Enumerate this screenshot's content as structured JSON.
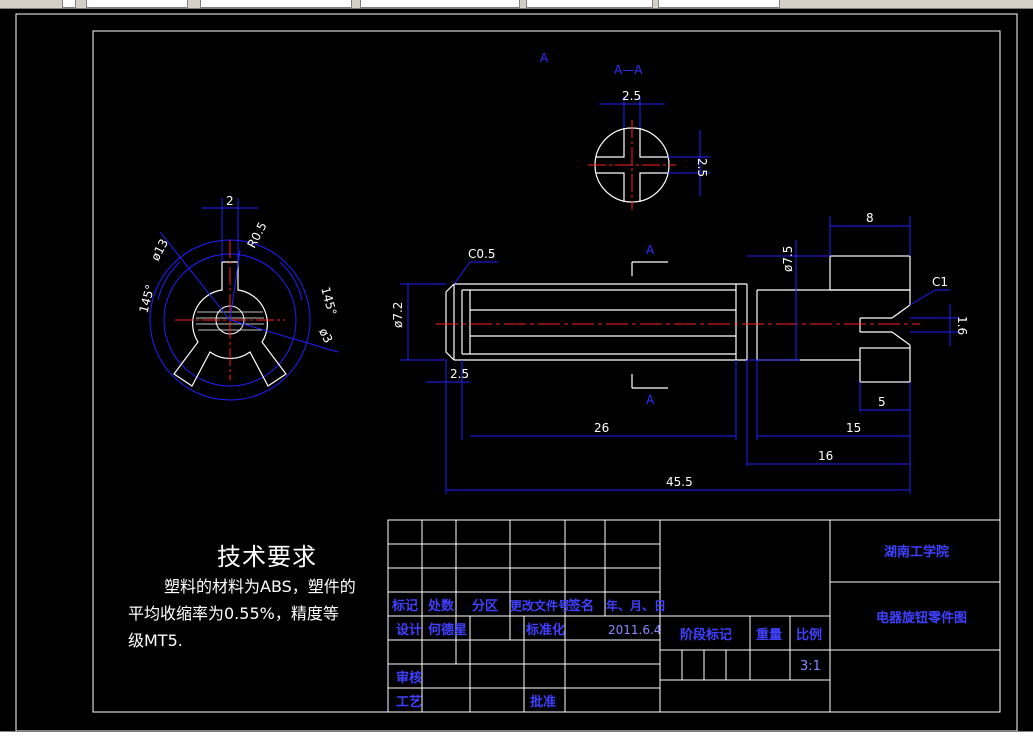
{
  "colors": {
    "background": "#000000",
    "outline": "#ffffff",
    "dimension": "#0000ff",
    "centerline": "#ff0000",
    "table_text": "#4040ff"
  },
  "section_marks": {
    "top_label": "A",
    "section_title": "A—A",
    "cut_top": "A",
    "cut_bottom": "A"
  },
  "dimensions": {
    "section_width": "2.5",
    "section_height": "2.5",
    "front_slot": "2",
    "front_r05": "R0.5",
    "front_dia13": "ø13",
    "front_dia3": "ø3",
    "front_angle_left": "145°",
    "front_angle_right": "145°",
    "chamfer_left": "C0.5",
    "chamfer_right": "C1",
    "dia_7_2": "ø7.2",
    "dia_7_5": "ø7.5",
    "width_8": "8",
    "height_1_6": "1.6",
    "len_2_5": "2.5",
    "len_26": "26",
    "len_5": "5",
    "len_15": "15",
    "len_16": "16",
    "len_45_5": "45.5"
  },
  "notes": {
    "title": "技术要求",
    "line1": "塑料的材料为ABS，塑件的",
    "line2": "平均收缩率为0.55%，精度等",
    "line3": "级MT5."
  },
  "title_block": {
    "col_headers": [
      "标记",
      "处数",
      "分区",
      "更改文件号",
      "签名",
      "年、月、日"
    ],
    "design_label": "设计",
    "designer": "何德星",
    "standard_label": "标准化",
    "date": "2011.6.4",
    "stage_label": "阶段标记",
    "weight_label": "重量",
    "scale_label": "比例",
    "scale_value": "3:1",
    "review_label": "审核",
    "process_label": "工艺",
    "approve_label": "批准",
    "school": "湖南工学院",
    "drawing_name": "电器旋钮零件图"
  }
}
